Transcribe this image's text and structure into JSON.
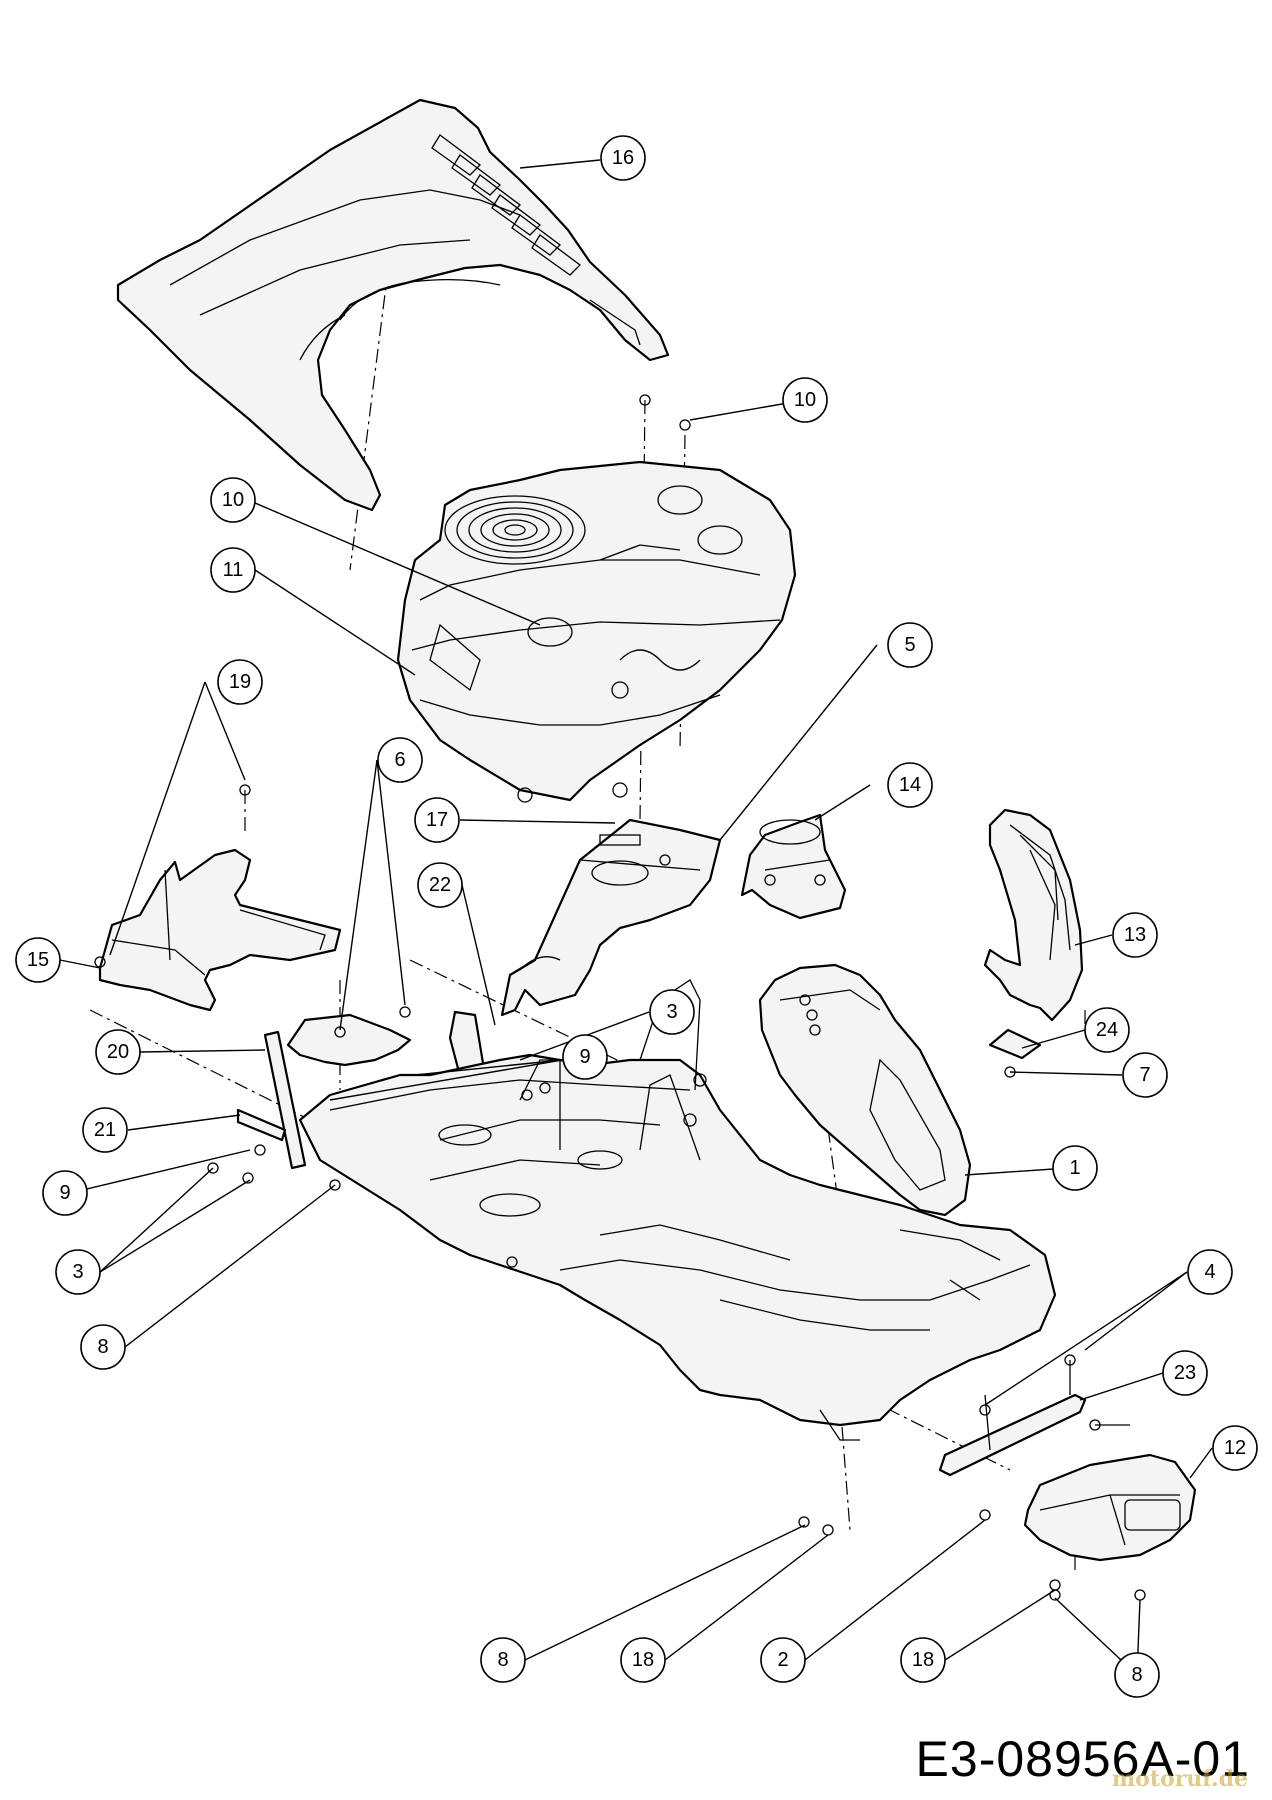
{
  "drawing_number": "E3-08956A-01",
  "watermark": "motoruf.de",
  "callouts": [
    {
      "id": "c16",
      "label": "16"
    },
    {
      "id": "c10a",
      "label": "10"
    },
    {
      "id": "c10b",
      "label": "10"
    },
    {
      "id": "c11",
      "label": "11"
    },
    {
      "id": "c19",
      "label": "19"
    },
    {
      "id": "c6",
      "label": "6"
    },
    {
      "id": "c5",
      "label": "5"
    },
    {
      "id": "c14",
      "label": "14"
    },
    {
      "id": "c17",
      "label": "17"
    },
    {
      "id": "c22",
      "label": "22"
    },
    {
      "id": "c15",
      "label": "15"
    },
    {
      "id": "c3a",
      "label": "3"
    },
    {
      "id": "c13",
      "label": "13"
    },
    {
      "id": "c20",
      "label": "20"
    },
    {
      "id": "c9a",
      "label": "9"
    },
    {
      "id": "c24",
      "label": "24"
    },
    {
      "id": "c7",
      "label": "7"
    },
    {
      "id": "c21",
      "label": "21"
    },
    {
      "id": "c9b",
      "label": "9"
    },
    {
      "id": "c1",
      "label": "1"
    },
    {
      "id": "c3b",
      "label": "3"
    },
    {
      "id": "c4",
      "label": "4"
    },
    {
      "id": "c8a",
      "label": "8"
    },
    {
      "id": "c23",
      "label": "23"
    },
    {
      "id": "c12",
      "label": "12"
    },
    {
      "id": "c8b",
      "label": "8"
    },
    {
      "id": "c18a",
      "label": "18"
    },
    {
      "id": "c2",
      "label": "2"
    },
    {
      "id": "c18b",
      "label": "18"
    },
    {
      "id": "c8c",
      "label": "8"
    }
  ]
}
